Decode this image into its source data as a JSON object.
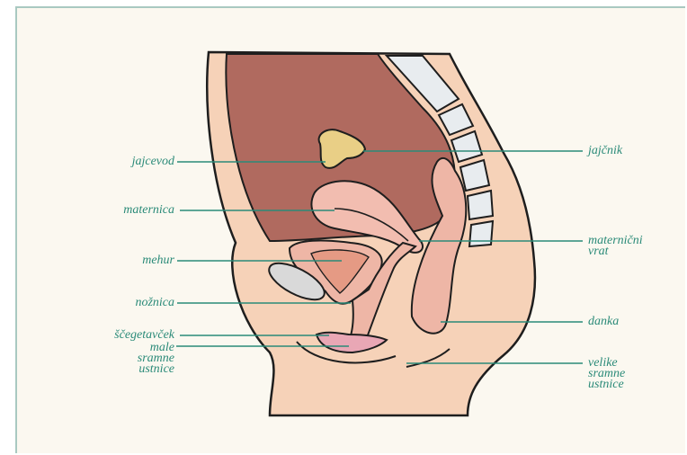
{
  "labels": {
    "jajcevod": "jajcevod",
    "maternica": "maternica",
    "mehur": "mehur",
    "noznica": "nožnica",
    "scegetavcek": "ščegetavček",
    "male_sramne_ustnice": "male\nsramne\nustnice",
    "jajcnik": "jajčnik",
    "maternicni_vrat": "maternični\nvrat",
    "danka": "danka",
    "velike_sramne_ustnice": "velike\nsramne\nustnice"
  },
  "colors": {
    "background": "#fbf8f0",
    "frame_border": "#a9c9c1",
    "label_text": "#2a8a78",
    "leader_line": "#2a8a78",
    "skin": "#f6d2b8",
    "abdomen_cavity": "#b06a5f",
    "uterus": "#f2bdb0",
    "pink_organ": "#eeb6a6",
    "ovary_yellow": "#e9cf86",
    "bladder_gray": "#d9d9d9",
    "spine": "#e8ecef",
    "outline": "#1e1e1e"
  }
}
